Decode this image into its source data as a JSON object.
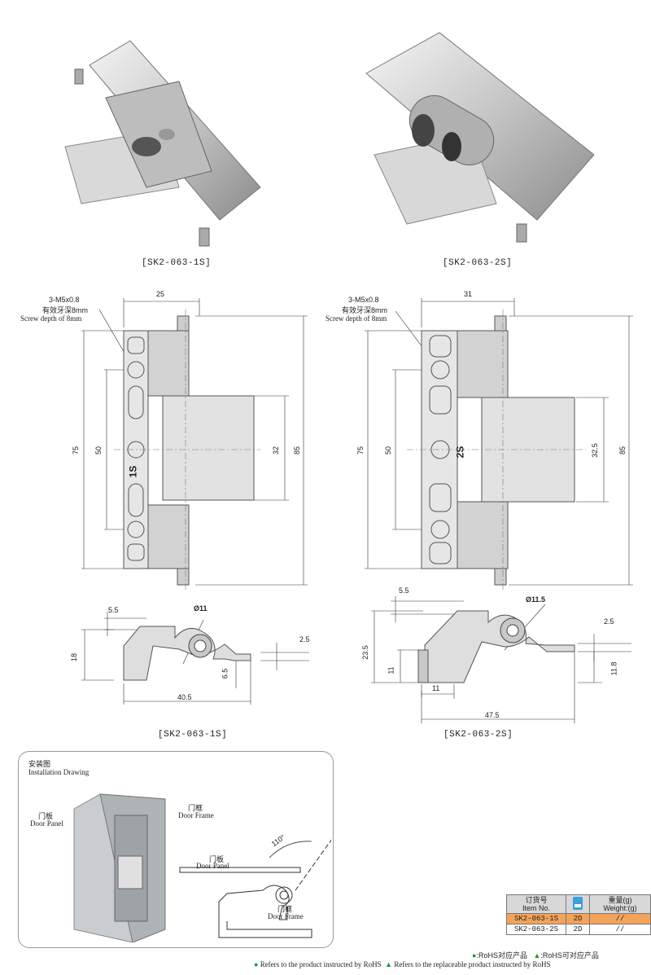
{
  "products": {
    "left_caption": "[SK2-063-1S]",
    "right_caption": "[SK2-063-2S]"
  },
  "drawing_1s": {
    "width": "25",
    "hole_note": "3-M5x0.8",
    "hole_note_cn": "有效牙深8mm",
    "hole_note_en": "Screw depth of 8mm",
    "dim_75": "75",
    "dim_50": "50",
    "dim_32": "32",
    "dim_85": "85",
    "mark": "1S"
  },
  "drawing_2s": {
    "width": "31",
    "hole_note": "3-M5x0.8",
    "hole_note_cn": "有效牙深8mm",
    "hole_note_en": "Screw depth of 8mm",
    "dim_75": "75",
    "dim_50": "50",
    "dim_32": "32.5",
    "dim_85": "85",
    "mark": "2S"
  },
  "side_1s": {
    "d55": "5.5",
    "dia": "Ø11",
    "d25": "2.5",
    "d18": "18",
    "d65": "6.5",
    "d405": "40.5",
    "caption": "[SK2-063-1S]"
  },
  "side_2s": {
    "d55": "5.5",
    "dia": "Ø11.5",
    "d25": "2.5",
    "d235": "23.5",
    "d11v": "11",
    "d118": "11.8",
    "d11h": "11",
    "d475": "47.5",
    "caption": "[SK2-063-2S]"
  },
  "install": {
    "title_cn": "安装图",
    "title_en": "Installation Drawing",
    "door_panel_cn": "门板",
    "door_panel_en": "Door Panel",
    "door_frame_cn": "门框",
    "door_frame_en": "Door Frame",
    "angle": "110°",
    "door_panel2_cn": "门板",
    "door_panel2_en": "Door Panel",
    "door_frame2_cn": "门框",
    "door_frame2_en": "Door Frame"
  },
  "order_table": {
    "h1_cn": "订货号",
    "h1_en": "Item No.",
    "h3_cn": "重量(g)",
    "h3_en": "Weight:(g)",
    "rows": [
      {
        "item": "SK2-063-1S",
        "cad": "2D",
        "weight": "//"
      },
      {
        "item": "SK2-063-2S",
        "cad": "2D",
        "weight": "//"
      }
    ]
  },
  "legend": {
    "rohs_cn": ":RoHS对应产品",
    "rohs_replace_cn": ":RoHS可对应产品",
    "rohs_en": "Refers to the product instructed by RoHS",
    "rohs_replace_en": "Refers to the replaceable product instructed by RoHS"
  },
  "colors": {
    "rohs_green": "#1b9a3c",
    "highlight": "#f4a35a"
  }
}
